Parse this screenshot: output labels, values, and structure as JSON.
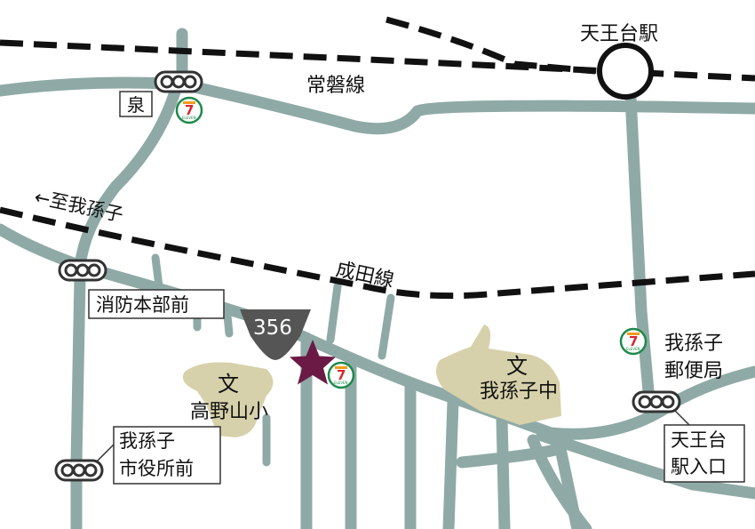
{
  "stations": {
    "tennodai": "天王台駅"
  },
  "rail_lines": {
    "joban": "常磐線",
    "narita": "成田線"
  },
  "direction_label": "←至我孫子",
  "route": {
    "number": "356"
  },
  "signals": {
    "izumi": "泉",
    "shobo_line1": "消防本部前",
    "shiyakusho_line1": "我孫子",
    "shiyakusho_line2": "市役所前",
    "tennodai_entrance_line1": "天王台",
    "tennodai_entrance_line2": "駅入口"
  },
  "schools": {
    "school_symbol": "文",
    "takanoyama": "高野山小",
    "abiko_middle": "我孫子中"
  },
  "post_office": {
    "line1": "我孫子",
    "line2": "郵便局"
  },
  "convenience_store": {
    "logo_digit": "7",
    "logo_text": "ELEVEN"
  },
  "colors": {
    "road": "#8faaa6",
    "road_outline": "#ffffff",
    "rail": "#111111",
    "school_area": "#d6d1aa",
    "route_shield": "#555555",
    "destination_star": "#6a1a45",
    "store_green": "#1c8a4b",
    "store_red": "#d8262c",
    "store_orange": "#f29b1d"
  }
}
